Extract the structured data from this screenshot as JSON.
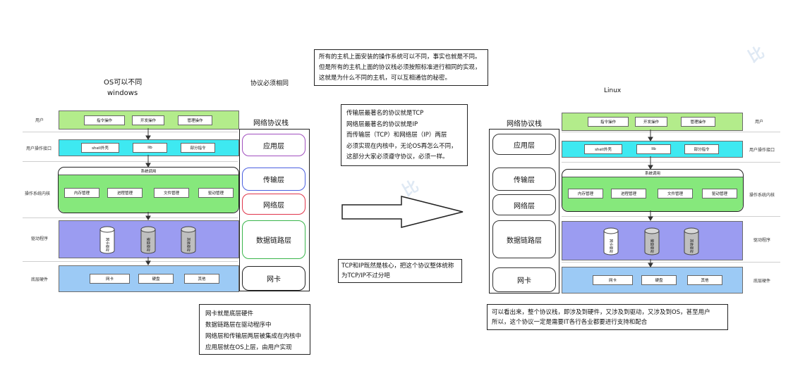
{
  "top_note": {
    "lines": [
      "所有的主机上面安装的操作系统可以不同，事实也就是不同。",
      "但是所有的主机上面的协议栈必须按照标准进行相同的实现，",
      "这就是为什么不同的主机，可以互相通信的秘密。"
    ]
  },
  "left": {
    "os_label": "OS可以不同",
    "os_name": "windows",
    "layers": {
      "user": "用户",
      "user_api": "用户操作接口",
      "kernel": "操作系统内核",
      "driver": "驱动程序",
      "hardware": "底层硬件"
    },
    "user_boxes": [
      "指令操作",
      "开发操作",
      "管理操作"
    ],
    "api_boxes": [
      "shell外壳",
      "lib",
      "部分指令"
    ],
    "kernel_title": "系统调用",
    "kernel_boxes": [
      "内存管理",
      "进程管理",
      "文件管理",
      "驱动管理"
    ],
    "driver_cyls": [
      "网卡驱动",
      "硬盘驱动",
      "其他驱动"
    ],
    "hw_boxes": [
      "网卡",
      "硬盘",
      "其他"
    ]
  },
  "protocol_same": "协议必须相同",
  "left_stack": {
    "title": "网络协议栈",
    "layers": [
      "应用层",
      "传输层",
      "网络层",
      "数据链路层",
      "网卡"
    ]
  },
  "middle_note": {
    "lines": [
      "传输层最著名的协议就是TCP",
      "网络层最著名的协议就是IP",
      "而传输层（TCP）和网络层（IP）两层",
      "必须实现在内核中，无论OS再怎么不同，",
      "这部分大家必须遵守协议，必须一样。"
    ]
  },
  "tcpip_note": {
    "lines": [
      "TCP和IP既然是核心，把这个协议整体统称",
      "为TCP/IP不过分吧"
    ]
  },
  "right_stack": {
    "title": "网络协议栈",
    "layers": [
      "应用层",
      "传输层",
      "网络层",
      "数据链路层",
      "网卡"
    ]
  },
  "right": {
    "os_name": "Linux",
    "layers": {
      "user": "用户",
      "user_api": "用户操作接口",
      "kernel": "操作系统内核",
      "driver": "驱动程序",
      "hardware": "底层硬件"
    },
    "user_boxes": [
      "指令操作",
      "开发操作",
      "管理操作"
    ],
    "api_boxes": [
      "shell外壳",
      "lib",
      "部分指令"
    ],
    "kernel_title": "系统调用",
    "kernel_boxes": [
      "内存管理",
      "进程管理",
      "文件管理",
      "驱动管理"
    ],
    "driver_cyls": [
      "网卡驱动",
      "硬盘驱动",
      "其他驱动"
    ],
    "hw_boxes": [
      "网卡",
      "硬盘",
      "其他"
    ]
  },
  "bottom_left_note": {
    "lines": [
      "网卡就是底层硬件",
      "数据链路层在驱动程序中",
      "网络层和传输层两层被集成在内核中",
      "应用层就在OS上层，由用户实现"
    ]
  },
  "bottom_right_note": {
    "lines": [
      "可以看出来，整个协议栈，即涉及到硬件，又涉及到驱动，又涉及到OS，甚至用户",
      "所以，这个协议一定是需要IT各行各业都要进行支持和配合"
    ]
  },
  "colors": {
    "user_green": "#b3ec8b",
    "kernel_green": "#86e87c",
    "api_cyan": "#3ee9f1",
    "driver_purple": "#9b9cf1",
    "hw_blue": "#9ccaf5",
    "app_border": "#a14fbf",
    "transport_border": "#4b5fe0",
    "network_border": "#e0344a",
    "link_border": "#39b54a",
    "nic_border": "#222222"
  }
}
